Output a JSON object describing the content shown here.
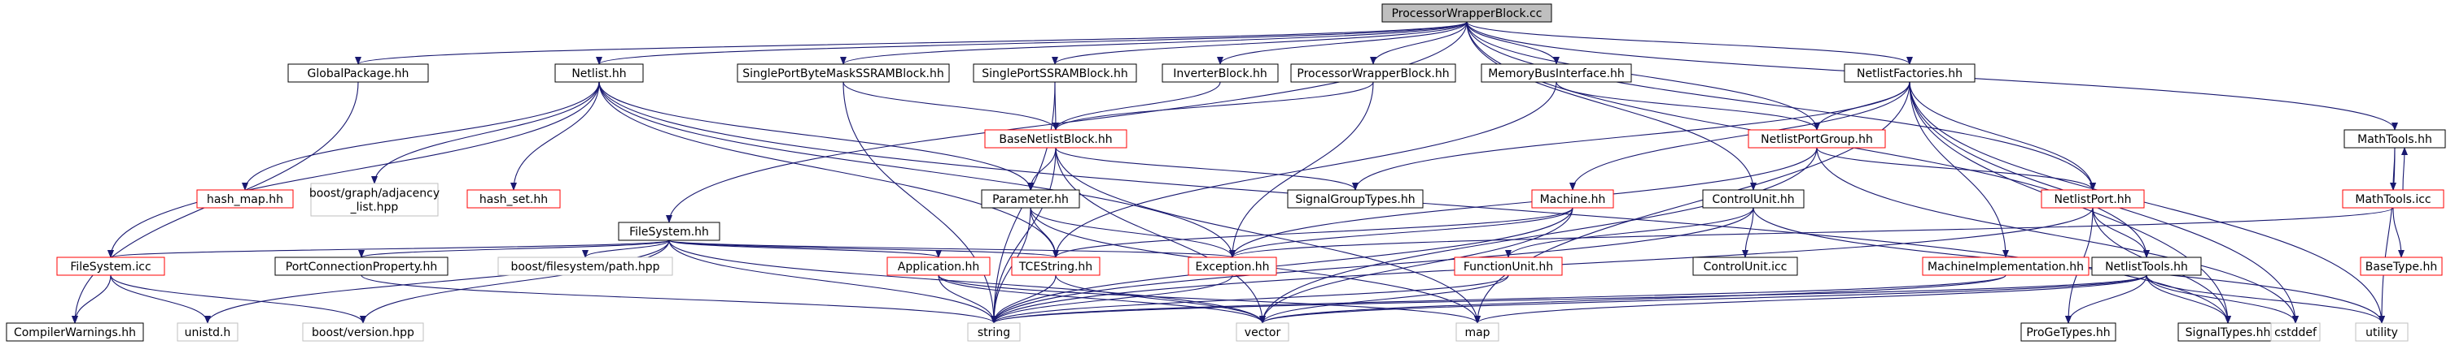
{
  "colors": {
    "edge": "#191970",
    "root_fill": "#bfbfbf",
    "root_border": "#000000",
    "documented_border": "#000000",
    "undocumented_border": "#ff0000",
    "external_border": "#bfbfbf"
  },
  "nodes": [
    {
      "id": "n_root",
      "label": "ProcessorWrapperBlock.cc",
      "style": "root"
    },
    {
      "id": "n_gp",
      "label": "GlobalPackage.hh",
      "style": "doc"
    },
    {
      "id": "n_nl",
      "label": "Netlist.hh",
      "style": "doc"
    },
    {
      "id": "n_spbm",
      "label": "SinglePortByteMaskSSRAMBlock.hh",
      "style": "doc"
    },
    {
      "id": "n_spss",
      "label": "SinglePortSSRAMBlock.hh",
      "style": "doc"
    },
    {
      "id": "n_inv",
      "label": "InverterBlock.hh",
      "style": "doc"
    },
    {
      "id": "n_pwb",
      "label": "ProcessorWrapperBlock.hh",
      "style": "doc"
    },
    {
      "id": "n_mbi",
      "label": "MemoryBusInterface.hh",
      "style": "doc"
    },
    {
      "id": "n_nf",
      "label": "NetlistFactories.hh",
      "style": "doc"
    },
    {
      "id": "n_mt",
      "label": "MathTools.hh",
      "style": "doc"
    },
    {
      "id": "n_bnb",
      "label": "BaseNetlistBlock.hh",
      "style": "red"
    },
    {
      "id": "n_npg",
      "label": "NetlistPortGroup.hh",
      "style": "red"
    },
    {
      "id": "n_hm",
      "label": "hash_map.hh",
      "style": "red"
    },
    {
      "id": "n_bga",
      "label": "boost/graph/adjacency\n_list.hpp",
      "style": "ext"
    },
    {
      "id": "n_hs",
      "label": "hash_set.hh",
      "style": "red"
    },
    {
      "id": "n_fs",
      "label": "FileSystem.hh",
      "style": "doc"
    },
    {
      "id": "n_par",
      "label": "Parameter.hh",
      "style": "doc"
    },
    {
      "id": "n_sgt",
      "label": "SignalGroupTypes.hh",
      "style": "doc"
    },
    {
      "id": "n_mach",
      "label": "Machine.hh",
      "style": "red"
    },
    {
      "id": "n_cu",
      "label": "ControlUnit.hh",
      "style": "doc"
    },
    {
      "id": "n_np",
      "label": "NetlistPort.hh",
      "style": "red"
    },
    {
      "id": "n_mti",
      "label": "MathTools.icc",
      "style": "red"
    },
    {
      "id": "n_fsi",
      "label": "FileSystem.icc",
      "style": "red"
    },
    {
      "id": "n_pcp",
      "label": "PortConnectionProperty.hh",
      "style": "doc"
    },
    {
      "id": "n_bfp",
      "label": "boost/filesystem/path.hpp",
      "style": "ext"
    },
    {
      "id": "n_app",
      "label": "Application.hh",
      "style": "red"
    },
    {
      "id": "n_tce",
      "label": "TCEString.hh",
      "style": "red"
    },
    {
      "id": "n_exc",
      "label": "Exception.hh",
      "style": "red"
    },
    {
      "id": "n_fu",
      "label": "FunctionUnit.hh",
      "style": "red"
    },
    {
      "id": "n_cui",
      "label": "ControlUnit.icc",
      "style": "doc"
    },
    {
      "id": "n_mi",
      "label": "MachineImplementation.hh",
      "style": "red"
    },
    {
      "id": "n_nt",
      "label": "NetlistTools.hh",
      "style": "doc"
    },
    {
      "id": "n_bt",
      "label": "BaseType.hh",
      "style": "red"
    },
    {
      "id": "n_cw",
      "label": "CompilerWarnings.hh",
      "style": "doc"
    },
    {
      "id": "n_uni",
      "label": "unistd.h",
      "style": "ext"
    },
    {
      "id": "n_bv",
      "label": "boost/version.hpp",
      "style": "ext"
    },
    {
      "id": "n_str",
      "label": "string",
      "style": "ext"
    },
    {
      "id": "n_vec",
      "label": "vector",
      "style": "ext"
    },
    {
      "id": "n_map",
      "label": "map",
      "style": "ext"
    },
    {
      "id": "n_pgt",
      "label": "ProGeTypes.hh",
      "style": "doc"
    },
    {
      "id": "n_st",
      "label": "SignalTypes.hh",
      "style": "doc"
    },
    {
      "id": "n_cstd",
      "label": "cstddef",
      "style": "ext"
    },
    {
      "id": "n_util",
      "label": "utility",
      "style": "ext"
    }
  ],
  "edges": [
    [
      "n_root",
      "n_gp"
    ],
    [
      "n_root",
      "n_nl"
    ],
    [
      "n_root",
      "n_spbm"
    ],
    [
      "n_root",
      "n_spss"
    ],
    [
      "n_root",
      "n_inv"
    ],
    [
      "n_root",
      "n_pwb"
    ],
    [
      "n_root",
      "n_mbi"
    ],
    [
      "n_root",
      "n_nf"
    ],
    [
      "n_root",
      "n_mt"
    ],
    [
      "n_root",
      "n_fs"
    ],
    [
      "n_root",
      "n_cu"
    ],
    [
      "n_root",
      "n_npg"
    ],
    [
      "n_root",
      "n_np"
    ],
    [
      "n_root",
      "n_nt"
    ],
    [
      "n_gp",
      "n_cw"
    ],
    [
      "n_nl",
      "n_hm"
    ],
    [
      "n_nl",
      "n_bga"
    ],
    [
      "n_nl",
      "n_hs"
    ],
    [
      "n_nl",
      "n_par"
    ],
    [
      "n_nl",
      "n_exc"
    ],
    [
      "n_nl",
      "n_tce"
    ],
    [
      "n_nl",
      "n_fsi"
    ],
    [
      "n_nl",
      "n_st"
    ],
    [
      "n_spbm",
      "n_bnb"
    ],
    [
      "n_spbm",
      "n_str"
    ],
    [
      "n_spss",
      "n_bnb"
    ],
    [
      "n_spss",
      "n_str"
    ],
    [
      "n_inv",
      "n_bnb"
    ],
    [
      "n_pwb",
      "n_bnb"
    ],
    [
      "n_pwb",
      "n_exc"
    ],
    [
      "n_mbi",
      "n_npg"
    ],
    [
      "n_mbi",
      "n_tce"
    ],
    [
      "n_bnb",
      "n_par"
    ],
    [
      "n_bnb",
      "n_sgt"
    ],
    [
      "n_bnb",
      "n_str"
    ],
    [
      "n_bnb",
      "n_vec"
    ],
    [
      "n_bnb",
      "n_map"
    ],
    [
      "n_nf",
      "n_npg"
    ],
    [
      "n_nf",
      "n_np"
    ],
    [
      "n_nf",
      "n_mach"
    ],
    [
      "n_nf",
      "n_mi"
    ],
    [
      "n_nf",
      "n_sgt"
    ],
    [
      "n_nf",
      "n_map"
    ],
    [
      "n_nf",
      "n_cstd"
    ],
    [
      "n_nf",
      "n_util"
    ],
    [
      "n_nf",
      "n_st"
    ],
    [
      "n_npg",
      "n_np"
    ],
    [
      "n_npg",
      "n_exc"
    ],
    [
      "n_npg",
      "n_vec"
    ],
    [
      "n_npg",
      "n_cstd"
    ],
    [
      "n_mt",
      "n_mti"
    ],
    [
      "n_mt",
      "n_util"
    ],
    [
      "n_mti",
      "n_mt"
    ],
    [
      "n_mti",
      "n_bt"
    ],
    [
      "n_mti",
      "n_exc"
    ],
    [
      "n_fs",
      "n_fsi"
    ],
    [
      "n_fs",
      "n_pcp"
    ],
    [
      "n_fs",
      "n_bfp"
    ],
    [
      "n_fs",
      "n_app"
    ],
    [
      "n_fs",
      "n_tce"
    ],
    [
      "n_fs",
      "n_exc"
    ],
    [
      "n_fs",
      "n_uni"
    ],
    [
      "n_fs",
      "n_bv"
    ],
    [
      "n_fs",
      "n_str"
    ],
    [
      "n_fs",
      "n_vec"
    ],
    [
      "n_fsi",
      "n_cw"
    ],
    [
      "n_fsi",
      "n_uni"
    ],
    [
      "n_fsi",
      "n_bv"
    ],
    [
      "n_pcp",
      "n_str"
    ],
    [
      "n_par",
      "n_tce"
    ],
    [
      "n_par",
      "n_exc"
    ],
    [
      "n_par",
      "n_str"
    ],
    [
      "n_par",
      "n_map"
    ],
    [
      "n_app",
      "n_str"
    ],
    [
      "n_app",
      "n_vec"
    ],
    [
      "n_app",
      "n_map"
    ],
    [
      "n_tce",
      "n_str"
    ],
    [
      "n_tce",
      "n_vec"
    ],
    [
      "n_exc",
      "n_str"
    ],
    [
      "n_mach",
      "n_tce"
    ],
    [
      "n_mach",
      "n_exc"
    ],
    [
      "n_mach",
      "n_str"
    ],
    [
      "n_mach",
      "n_vec"
    ],
    [
      "n_cu",
      "n_fu"
    ],
    [
      "n_cu",
      "n_cui"
    ],
    [
      "n_cu",
      "n_util"
    ],
    [
      "n_cu",
      "n_str"
    ],
    [
      "n_fu",
      "n_str"
    ],
    [
      "n_fu",
      "n_vec"
    ],
    [
      "n_mi",
      "n_str"
    ],
    [
      "n_mi",
      "n_vec"
    ],
    [
      "n_np",
      "n_nt"
    ],
    [
      "n_np",
      "n_pgt"
    ],
    [
      "n_np",
      "n_st"
    ],
    [
      "n_np",
      "n_str"
    ],
    [
      "n_nt",
      "n_pgt"
    ],
    [
      "n_nt",
      "n_st"
    ],
    [
      "n_nt",
      "n_cstd"
    ],
    [
      "n_nt",
      "n_util"
    ],
    [
      "n_nt",
      "n_str"
    ],
    [
      "n_nt",
      "n_vec"
    ],
    [
      "n_nt",
      "n_map"
    ]
  ]
}
